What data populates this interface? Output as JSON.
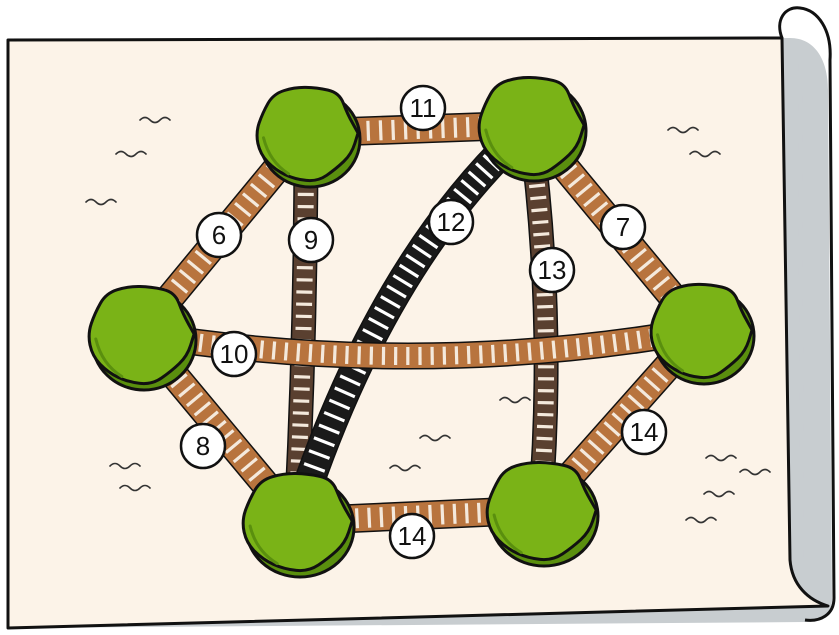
{
  "colors": {
    "background": "#ffffff",
    "paper": "#fcf3e8",
    "paper_shadow": "#c8cdd0",
    "outline": "#111111",
    "island_green": "#7ab317",
    "island_green_dark": "#5a8f0e",
    "bridge_wood": "#b8743e",
    "bridge_plank": "#f4e9dc",
    "bridge_dark": "#5a4030",
    "bridge_black": "#1a1a1a",
    "label_fill": "#ffffff",
    "waves": "#333333"
  },
  "islands": [
    {
      "id": "top-left",
      "icon": "island-icon"
    },
    {
      "id": "top-right",
      "icon": "island-icon"
    },
    {
      "id": "left",
      "icon": "island-icon"
    },
    {
      "id": "right",
      "icon": "island-icon"
    },
    {
      "id": "bottom-left",
      "icon": "island-icon"
    },
    {
      "id": "bottom-right",
      "icon": "island-icon"
    }
  ],
  "bridges": [
    {
      "from": "top-left",
      "to": "top-right",
      "label": "11",
      "style": "wood"
    },
    {
      "from": "top-left",
      "to": "left",
      "label": "6",
      "style": "wood"
    },
    {
      "from": "top-left",
      "to": "bottom-left",
      "label": "9",
      "style": "dark"
    },
    {
      "from": "top-right",
      "to": "bottom-left",
      "label": "12",
      "style": "black"
    },
    {
      "from": "top-right",
      "to": "bottom-right",
      "label": "13",
      "style": "dark"
    },
    {
      "from": "top-right",
      "to": "right",
      "label": "7",
      "style": "wood"
    },
    {
      "from": "left",
      "to": "right",
      "label": "10",
      "style": "wood"
    },
    {
      "from": "left",
      "to": "bottom-left",
      "label": "8",
      "style": "wood"
    },
    {
      "from": "right",
      "to": "bottom-right",
      "label": "14",
      "style": "wood"
    },
    {
      "from": "bottom-left",
      "to": "bottom-right",
      "label": "14",
      "style": "wood"
    }
  ]
}
